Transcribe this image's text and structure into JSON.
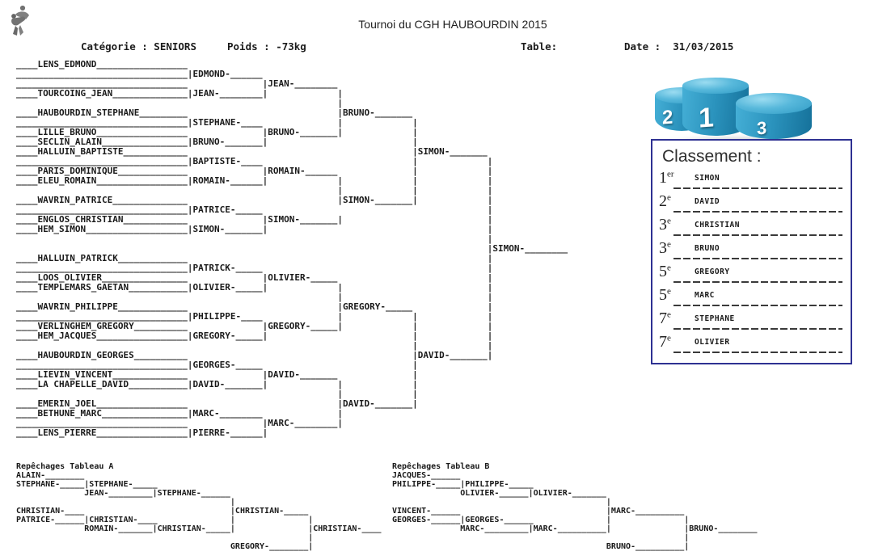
{
  "header": {
    "title": "Tournoi du CGH HAUBOURDIN 2015",
    "category_label": "Catégorie : SENIORS",
    "weight_label": "Poids : -73kg",
    "table_label": "Table:",
    "date_label": "Date :  31/03/2015",
    "logo_icon": "judo-throw-pictogram"
  },
  "main_bracket": {
    "lines": [
      "____LENS_EDMOND_________________",
      "________________________________|EDMOND-______",
      "________________________________              |JEAN-________",
      "____TOURCOING_JEAN______________|JEAN-________|             |",
      "                                                            |",
      "____HAUBOURDIN_STEPHANE_________                            |BRUNO-_______",
      "________________________________|STEPHANE-____              |             |",
      "____LILLE_BRUNO_________________              |BRUNO-_______|             |",
      "____SECLIN_ALAIN________________|BRUNO-_______|                           |",
      "____HALLUIN_BAPTISTE____________                                          |SIMON-_______",
      "________________________________|BAPTISTE-____                            |             |",
      "____PARIS_DOMINIQUE_____________              |ROMAIN-______              |             |",
      "____ELEU_ROMAIN_________________|ROMAIN-______|             |             |             |",
      "                                                            |             |             |",
      "____WAVRIN_PATRICE______________                            |SIMON-_______|             |",
      "________________________________|PATRICE-_____                                          |",
      "____ENGLOS_CHRISTIAN____________              |SIMON-_______|                           |",
      "____HEM_SIMON___________________|SIMON-_______|                                         |",
      "                                                                                        |",
      "                                                                                        |SIMON-________",
      "____HALLUIN_PATRICK_____________                                                        |",
      "________________________________|PATRICK-_____                                          |",
      "____LOOS_OLIVIER________________              |OLIVIER-_____                            |",
      "____TEMPLEMARS_GAETAN___________|OLIVIER-_____|             |                           |",
      "                                                            |                           |",
      "____WAVRIN_PHILIPPE_____________                            |GREGORY-_____              |",
      "________________________________|PHILIPPE-____              |             |             |",
      "____VERLINGHEM_GREGORY__________              |GREGORY-_____|             |             |",
      "____HEM_JACQUES_________________|GREGORY-_____|                           |             |",
      "                                                                          |             |",
      "____HAUBOURDIN_GEORGES__________                                          |DAVID-_______|",
      "________________________________|GEORGES-_____                            |",
      "____LIEVIN_VINCENT______________              |DAVID-_______              |",
      "____LA CHAPELLE_DAVID___________|DAVID-_______|             |             |",
      "                                                            |             |",
      "____EMERIN_JOEL_________________                            |DAVID-_______|",
      "____BETHUNE_MARC________________|MARC-________              |",
      "________________________________              |MARC-________|",
      "____LENS_PIERRE_________________|PIERRE-______|"
    ]
  },
  "repechage_a": {
    "lines": [
      "Repêchages Tableau A",
      "ALAIN-________",
      "STEPHANE-_____|STEPHANE-_____",
      "              JEAN-_________|STEPHANE-______",
      "                                            |",
      "CHRISTIAN-____                              |CHRISTIAN-_____",
      "PATRICE-______|CHRISTIAN-____               |               |",
      "              ROMAIN-_______|CHRISTIAN-_____|               |CHRISTIAN-____",
      "                                                            |",
      "                                            GREGORY-________|"
    ]
  },
  "repechage_b": {
    "lines": [
      "Repêchages Tableau B",
      "JACQUES-______",
      "PHILIPPE-_____|PHILIPPE-_____",
      "              OLIVIER-______|OLIVIER-_______",
      "                                            |",
      "VINCENT-______                              |MARC-__________",
      "GEORGES-______|GEORGES-______               |               |",
      "              MARC-_________|MARC-__________|               |BRUNO-________",
      "                                                            |",
      "                                            BRUNO-__________|"
    ]
  },
  "podium": {
    "numbers": [
      "2",
      "1",
      "3"
    ],
    "color": "#2b93bd"
  },
  "classement": {
    "title": "Classement :",
    "entries": [
      {
        "rank": "1",
        "suffix": "er",
        "name": "SIMON"
      },
      {
        "rank": "2",
        "suffix": "e",
        "name": "DAVID"
      },
      {
        "rank": "3",
        "suffix": "e",
        "name": "CHRISTIAN"
      },
      {
        "rank": "3",
        "suffix": "e",
        "name": "BRUNO"
      },
      {
        "rank": "5",
        "suffix": "e",
        "name": "GREGORY"
      },
      {
        "rank": "5",
        "suffix": "e",
        "name": "MARC"
      },
      {
        "rank": "7",
        "suffix": "e",
        "name": "STEPHANE"
      },
      {
        "rank": "7",
        "suffix": "e",
        "name": "OLIVIER"
      }
    ]
  }
}
